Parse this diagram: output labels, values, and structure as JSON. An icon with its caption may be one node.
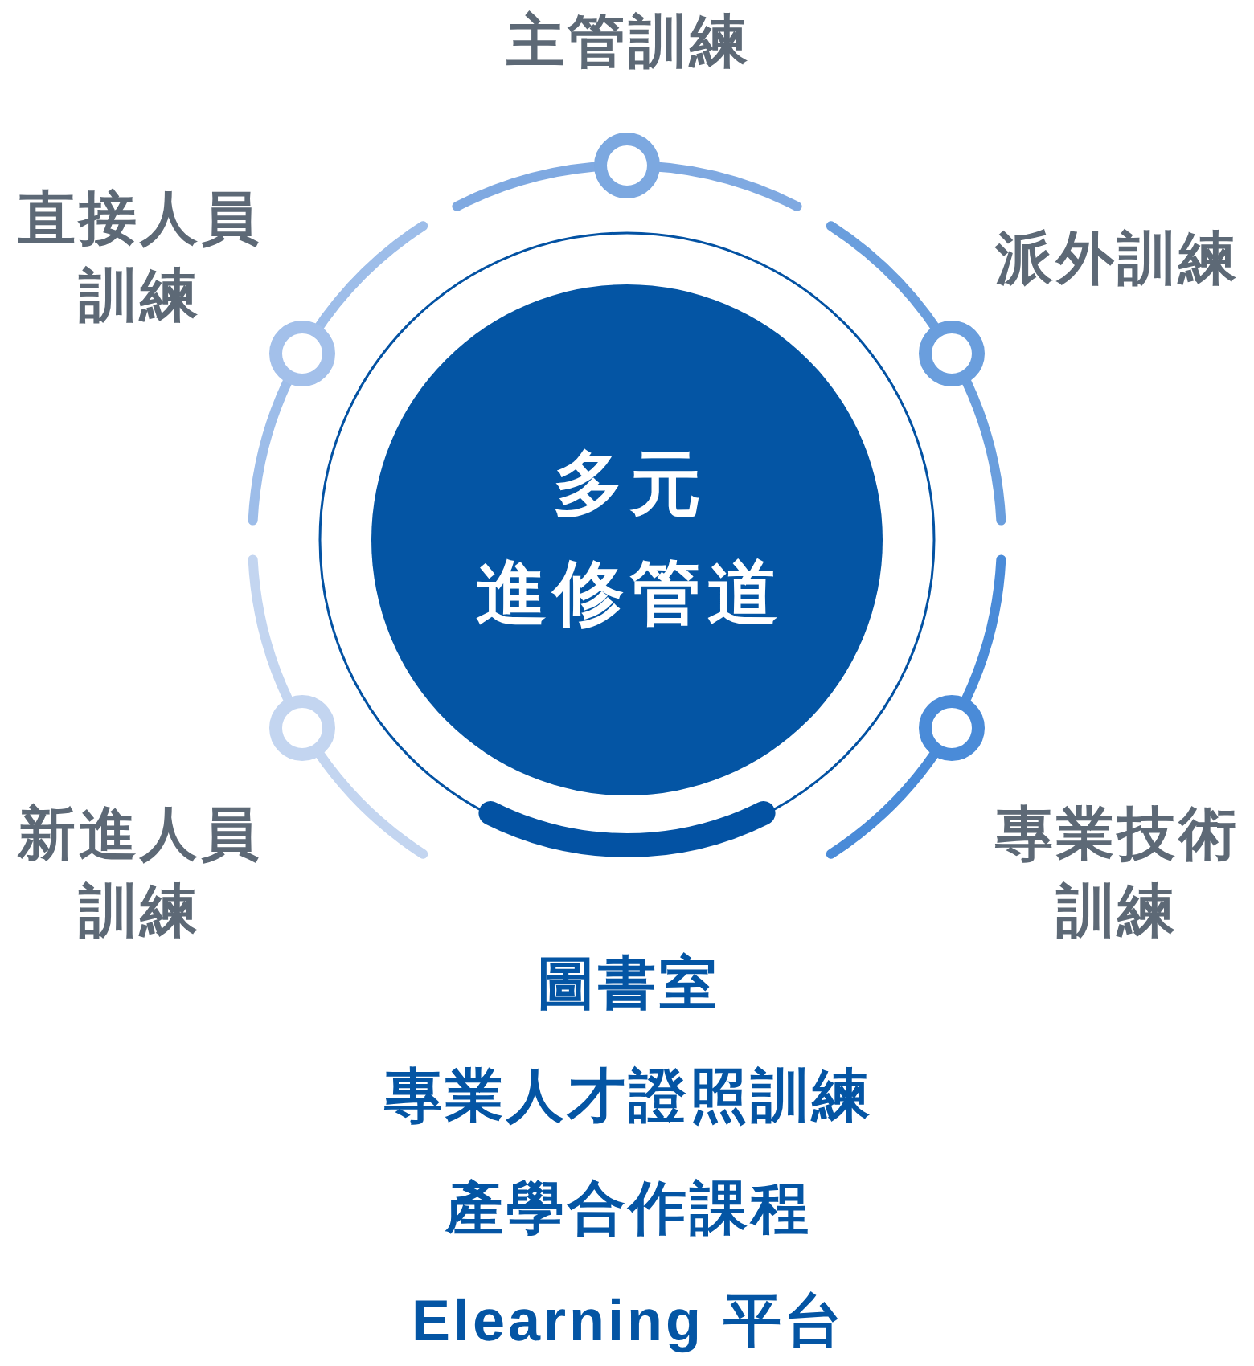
{
  "diagram": {
    "nodes": [
      {
        "text": [
          "多元",
          "進修管道"
        ]
      },
      {
        "text": [],
        "shape": "circle",
        "beside": [
          "主管訓練"
        ]
      },
      {
        "text": [],
        "shape": "circle",
        "beside": [
          "直接人員訓練"
        ]
      },
      {
        "text": [],
        "shape": "circle",
        "beside": [
          "派外訓練"
        ]
      },
      {
        "text": [],
        "shape": "circle",
        "beside": [
          "新進人員訓練"
        ]
      },
      {
        "text": [],
        "shape": "circle",
        "beside": [
          "專業技術訓練"
        ]
      }
    ],
    "labels": [
      "圖書室",
      "專業人才證照訓練",
      "產學合作課程",
      "Elearning 平台"
    ]
  }
}
